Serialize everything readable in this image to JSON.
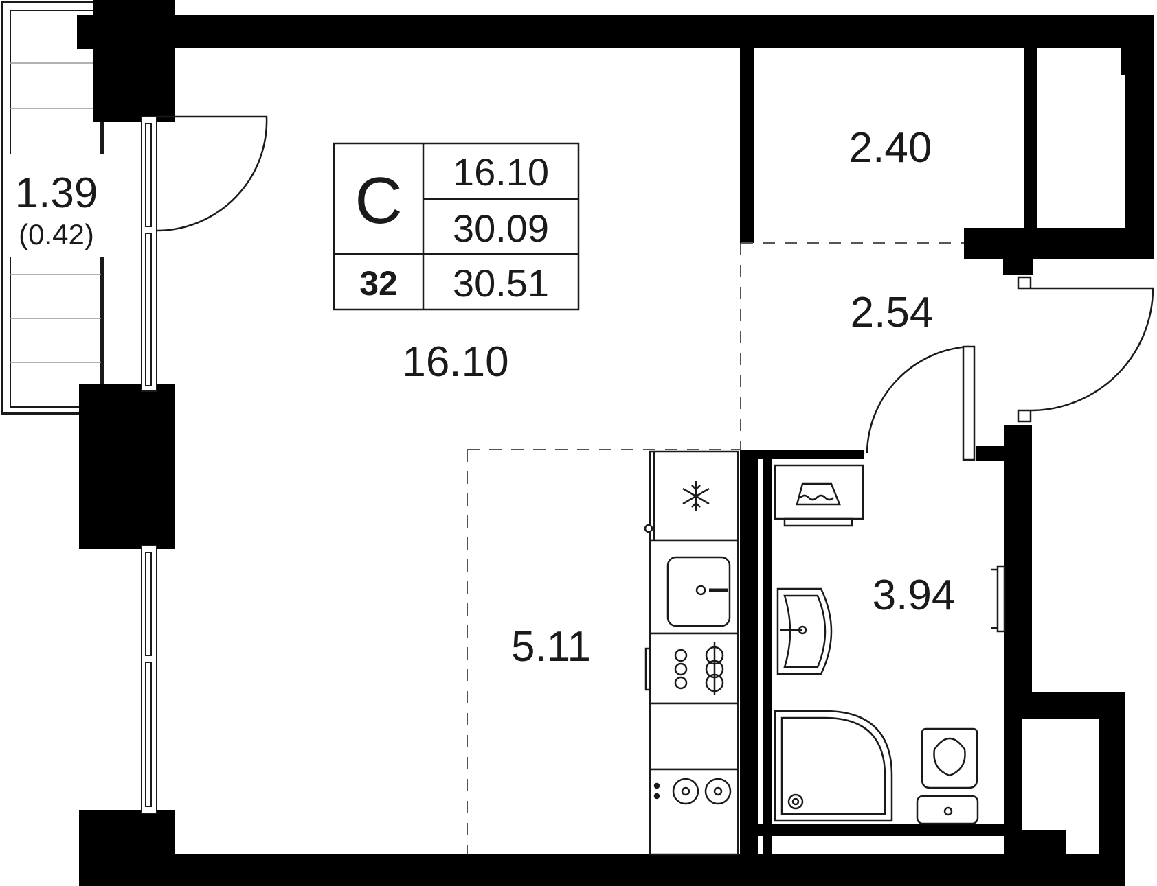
{
  "plan": {
    "unit_type": "C",
    "unit_number": "32",
    "living_area": "16.10",
    "total_area": "30.09",
    "total_area_with_balcony": "30.51"
  },
  "rooms": {
    "living_room": "16.10",
    "storage": "2.40",
    "hallway": "2.54",
    "kitchen": "5.11",
    "bathroom": "3.94",
    "balcony": "1.39",
    "balcony_reduced": "(0.42)"
  },
  "colors": {
    "wall": "#000000",
    "line": "#1a1a1a",
    "background": "#ffffff"
  },
  "icons": [
    "freezer-snowflake-icon",
    "sink-icon",
    "stove-burners-icon",
    "washbasin-icon",
    "shower-tray-icon",
    "toilet-icon",
    "towel-rail-icon",
    "washing-machine-icon"
  ]
}
